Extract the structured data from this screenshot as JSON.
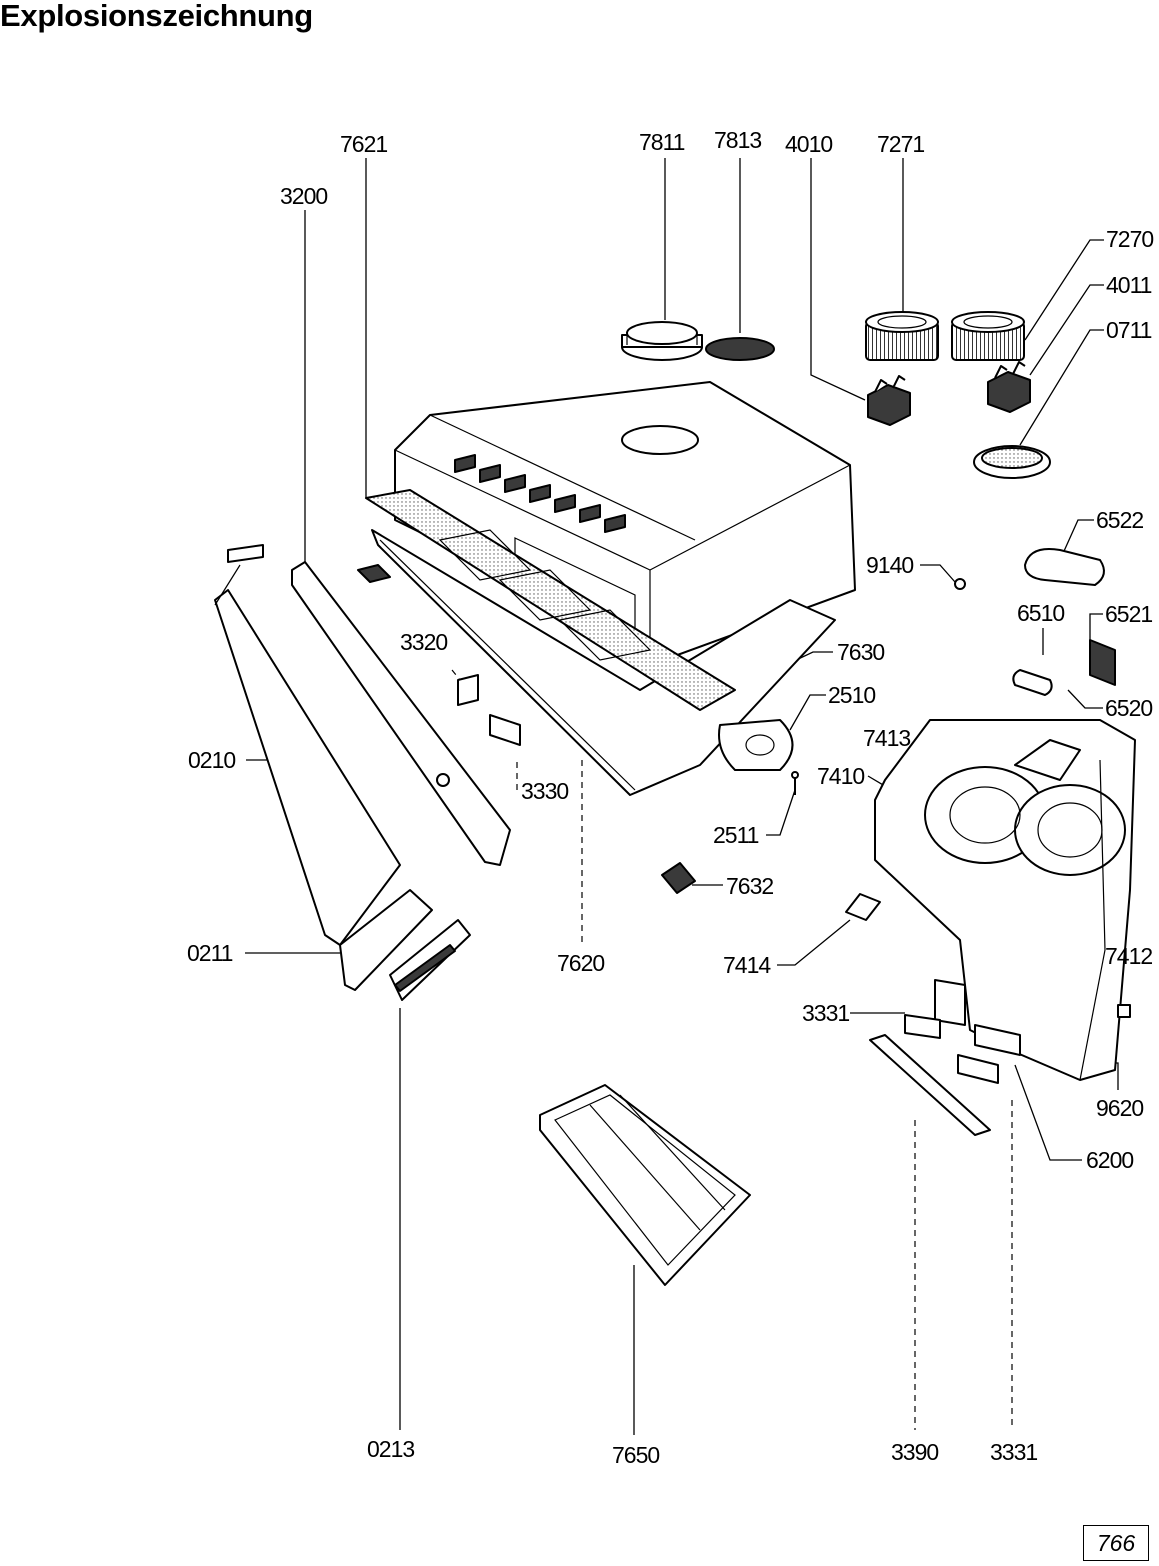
{
  "title": "Explosionszeichnung",
  "page_number": "766",
  "labels": {
    "l7621": "7621",
    "l3200": "3200",
    "l7811": "7811",
    "l7813": "7813",
    "l4010": "4010",
    "l7271": "7271",
    "l7270": "7270",
    "l4011": "4011",
    "l0711": "0711",
    "l6522": "6522",
    "l9140": "9140",
    "l6510": "6510",
    "l6521": "6521",
    "l7630": "7630",
    "l6520": "6520",
    "l3320": "3320",
    "l2510": "2510",
    "l7413": "7413",
    "l7410": "7410",
    "l0210": "0210",
    "l3330": "3330",
    "l2511": "2511",
    "l7632": "7632",
    "l0211": "0211",
    "l7620": "7620",
    "l7414": "7414",
    "l7412": "7412",
    "l3331a": "3331",
    "l9620": "9620",
    "l6200": "6200",
    "l0213": "0213",
    "l7650": "7650",
    "l3390": "3390",
    "l3331b": "3331"
  }
}
